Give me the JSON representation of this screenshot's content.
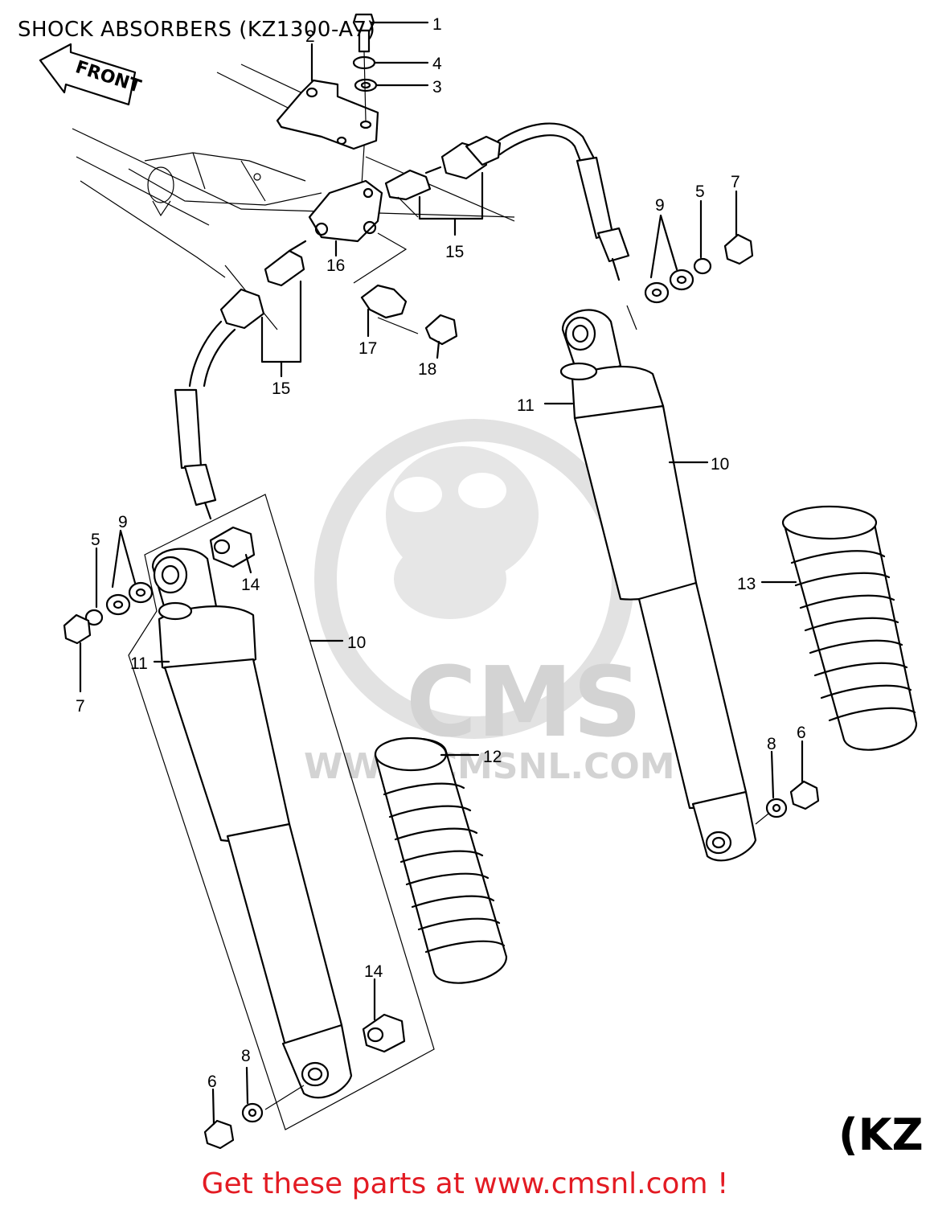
{
  "title": "SHOCK ABSORBERS (KZ1300-A7)",
  "model_tag": "(KZ",
  "front_arrow_label": "FRONT",
  "watermark": {
    "brand": "CMS",
    "url": "WWW.CMSNL.COM"
  },
  "footer": "Get these parts at www.cmsnl.com !",
  "callouts": {
    "c1": "1",
    "c2": "2",
    "c3": "3",
    "c4": "4",
    "c5a": "5",
    "c5b": "5",
    "c6a": "6",
    "c6b": "6",
    "c7a": "7",
    "c7b": "7",
    "c8a": "8",
    "c8b": "8",
    "c9a": "9",
    "c9b": "9",
    "c10a": "10",
    "c10b": "10",
    "c11a": "11",
    "c11b": "11",
    "c12": "12",
    "c13": "13",
    "c14a": "14",
    "c14b": "14",
    "c15a": "15",
    "c15b": "15",
    "c16": "16",
    "c17": "17",
    "c18": "18"
  },
  "colors": {
    "line": "#000000",
    "watermark": "#d3d3d3",
    "footer": "#e31b23",
    "background": "#ffffff"
  }
}
